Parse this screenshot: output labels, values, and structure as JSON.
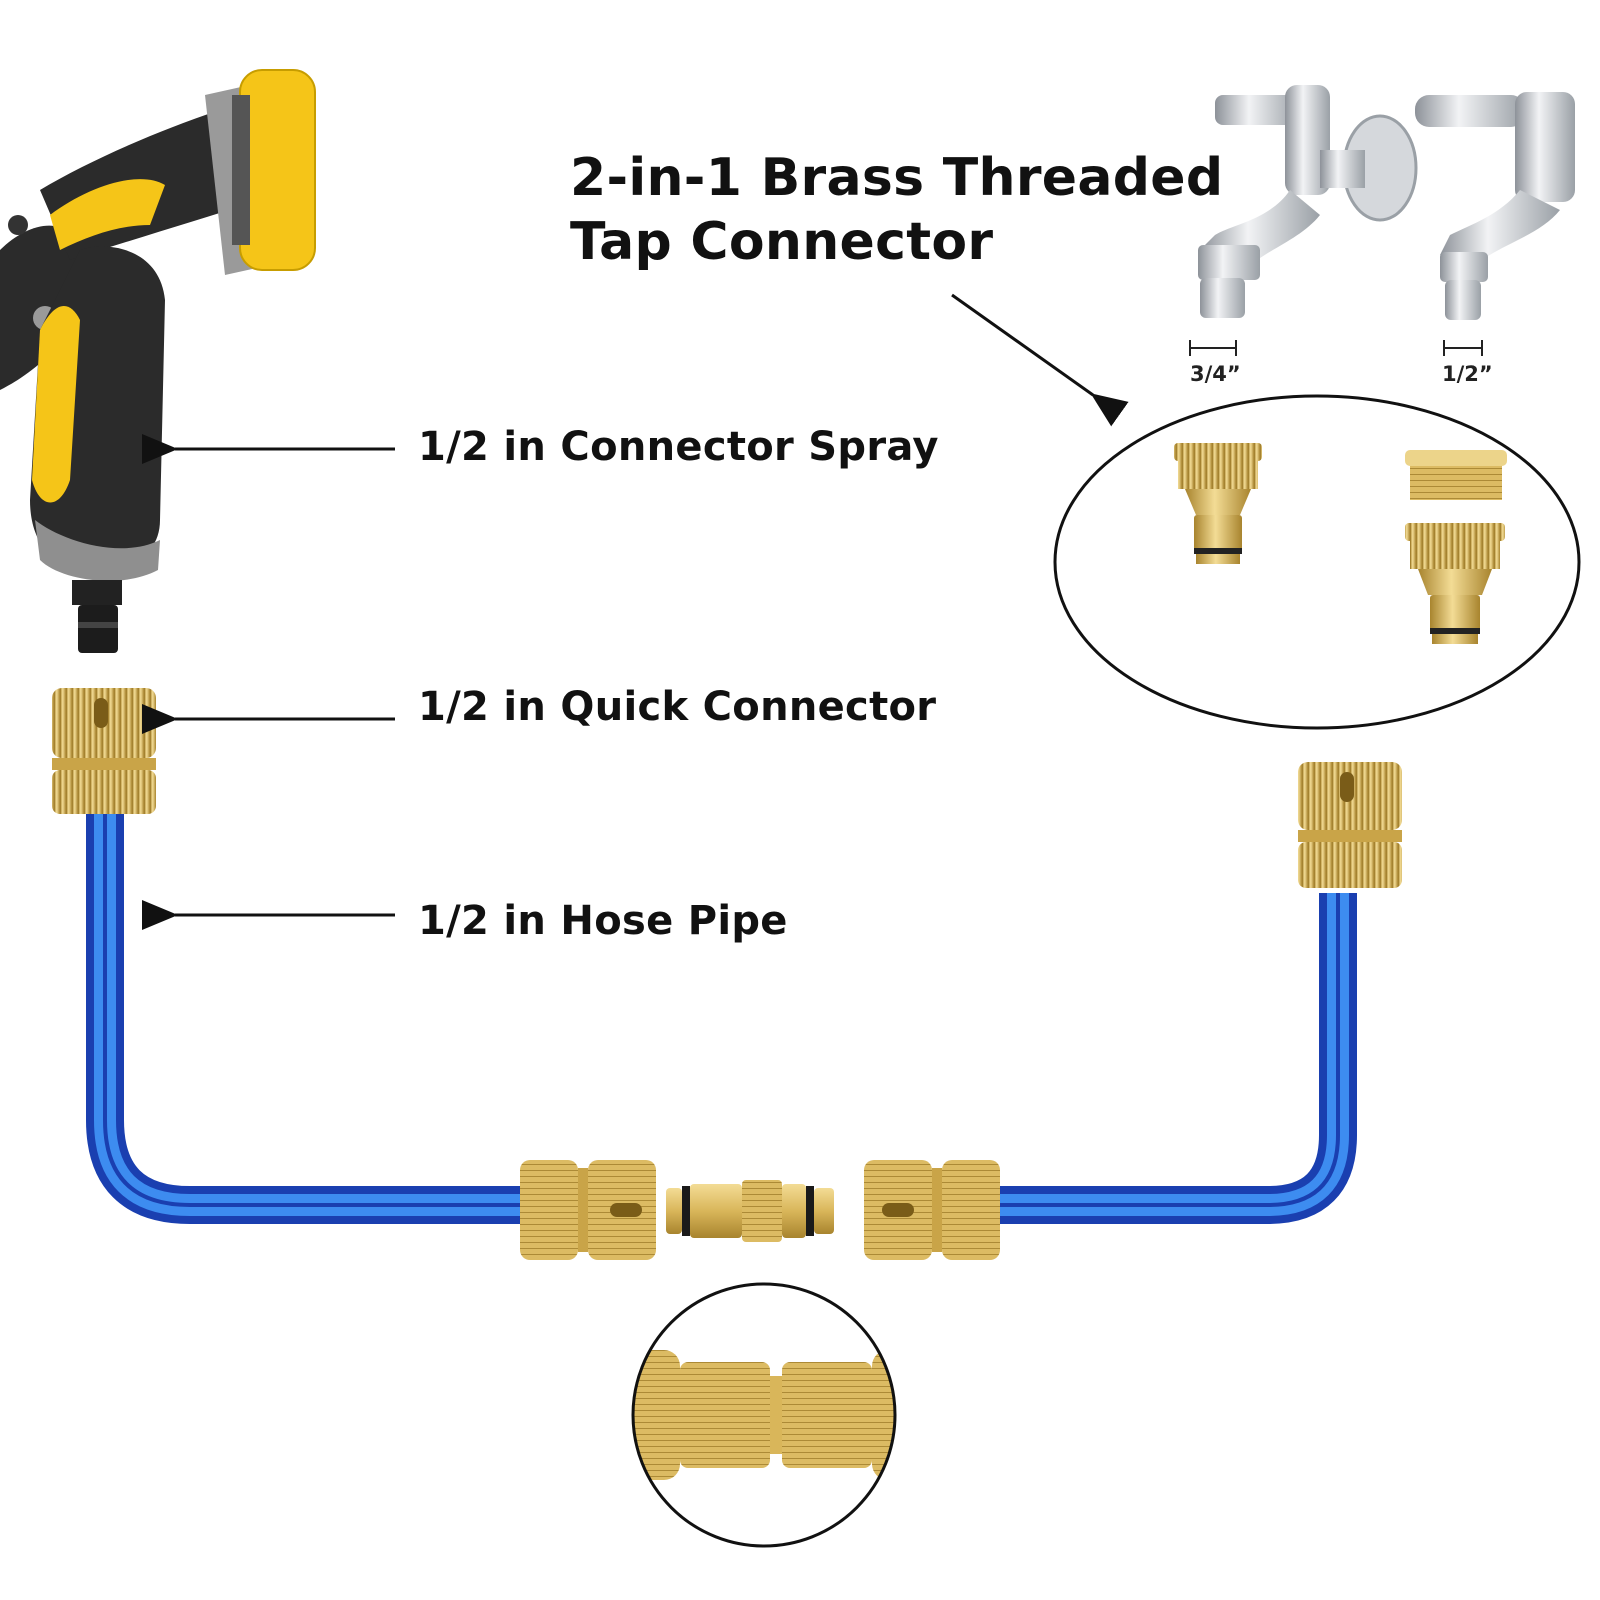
{
  "title": {
    "line1": "2-in-1 Brass Threaded",
    "line2": "Tap Connector"
  },
  "callouts": {
    "spray": "1/2 in Connector Spray",
    "quick_connector": "1/2 in Quick Connector",
    "hose_pipe": "1/2 in Hose Pipe"
  },
  "tap_sizes": {
    "left": "3/4”",
    "right": "1/2”"
  },
  "colors": {
    "brass": "#d9b65a",
    "brass_dark": "#a8842e",
    "hose_blue": "#2f74e0",
    "hose_dark": "#1a3fb0",
    "spray_yellow": "#f5c518",
    "spray_dark": "#2b2b2b",
    "chrome": "#c9ccd1"
  },
  "icons": [
    "spray-nozzle-icon",
    "tap-faucet-icon",
    "brass-connector-icon",
    "arrow-icon"
  ]
}
